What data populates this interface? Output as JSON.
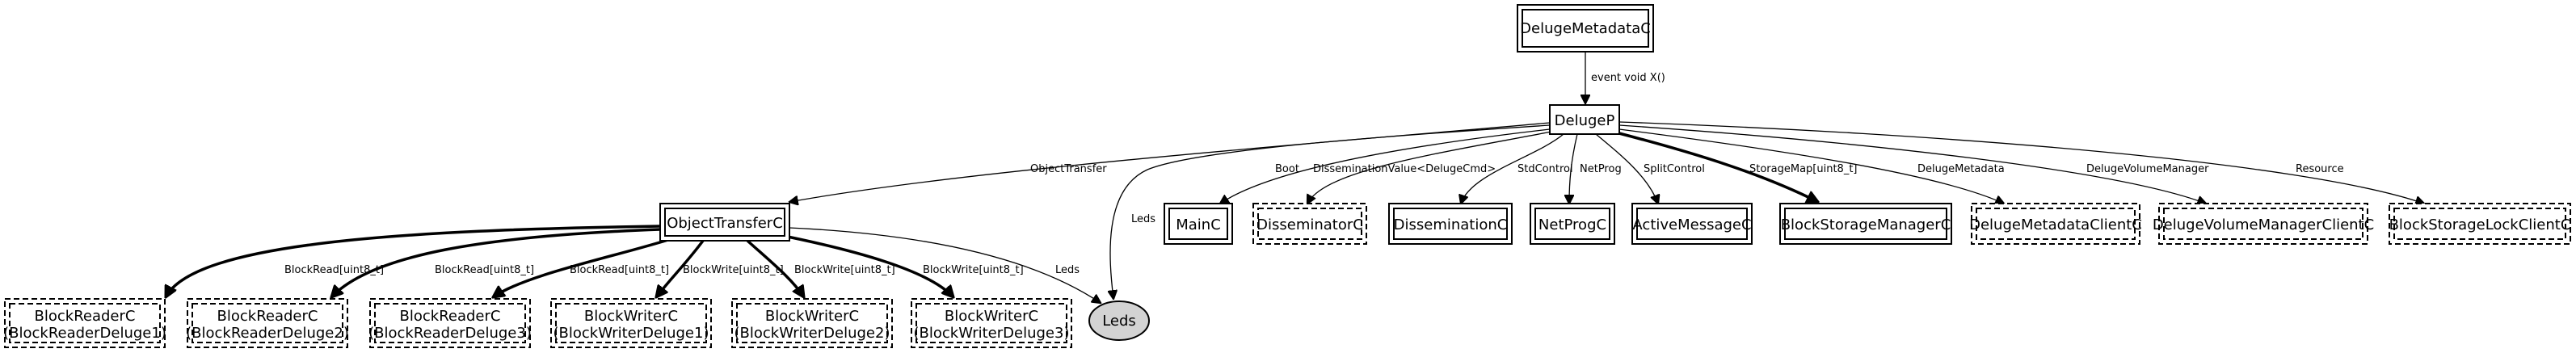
{
  "nodes": {
    "deluge_metadata_c": "DelugeMetadataC",
    "deluge_p": "DelugeP",
    "object_transfer_c": "ObjectTransferC",
    "main_c": "MainC",
    "disseminator_c": "DisseminatorC",
    "dissemination_c": "DisseminationC",
    "net_prog_c": "NetProgC",
    "active_message_c": "ActiveMessageC",
    "block_storage_manager_c": "BlockStorageManagerC",
    "deluge_metadata_client_c": "DelugeMetadataClientC",
    "deluge_volume_manager_client_c": "DelugeVolumeManagerClientC",
    "block_storage_lock_client_c": "BlockStorageLockClientC",
    "leds": "Leds",
    "block_reader_1": {
      "name": "BlockReaderC",
      "instance": "(BlockReaderDeluge1)"
    },
    "block_reader_2": {
      "name": "BlockReaderC",
      "instance": "(BlockReaderDeluge2)"
    },
    "block_reader_3": {
      "name": "BlockReaderC",
      "instance": "(BlockReaderDeluge3)"
    },
    "block_writer_1": {
      "name": "BlockWriterC",
      "instance": "(BlockWriterDeluge1)"
    },
    "block_writer_2": {
      "name": "BlockWriterC",
      "instance": "(BlockWriterDeluge2)"
    },
    "block_writer_3": {
      "name": "BlockWriterC",
      "instance": "(BlockWriterDeluge3)"
    }
  },
  "edges": {
    "metadata_to_delugep": "event void X()",
    "delugep_to_objecttransfer": "ObjectTransfer",
    "delugep_to_leds": "Leds",
    "delugep_to_main": "Boot",
    "delugep_to_disseminator": "DisseminationValue<DelugeCmd>",
    "delugep_to_dissemination": "StdControl",
    "delugep_to_netprog": "NetProg",
    "delugep_to_activemessage": "SplitControl",
    "delugep_to_blockstorage": "StorageMap[uint8_t]",
    "delugep_to_metadataclient": "DelugeMetadata",
    "delugep_to_volumemanager": "DelugeVolumeManager",
    "delugep_to_lockclient": "Resource",
    "ot_to_reader1": "BlockRead[uint8_t]",
    "ot_to_reader2": "BlockRead[uint8_t]",
    "ot_to_reader3": "BlockRead[uint8_t]",
    "ot_to_writer1": "BlockWrite[uint8_t]",
    "ot_to_writer2": "BlockWrite[uint8_t]",
    "ot_to_writer3": "BlockWrite[uint8_t]",
    "ot_to_leds": "Leds"
  }
}
